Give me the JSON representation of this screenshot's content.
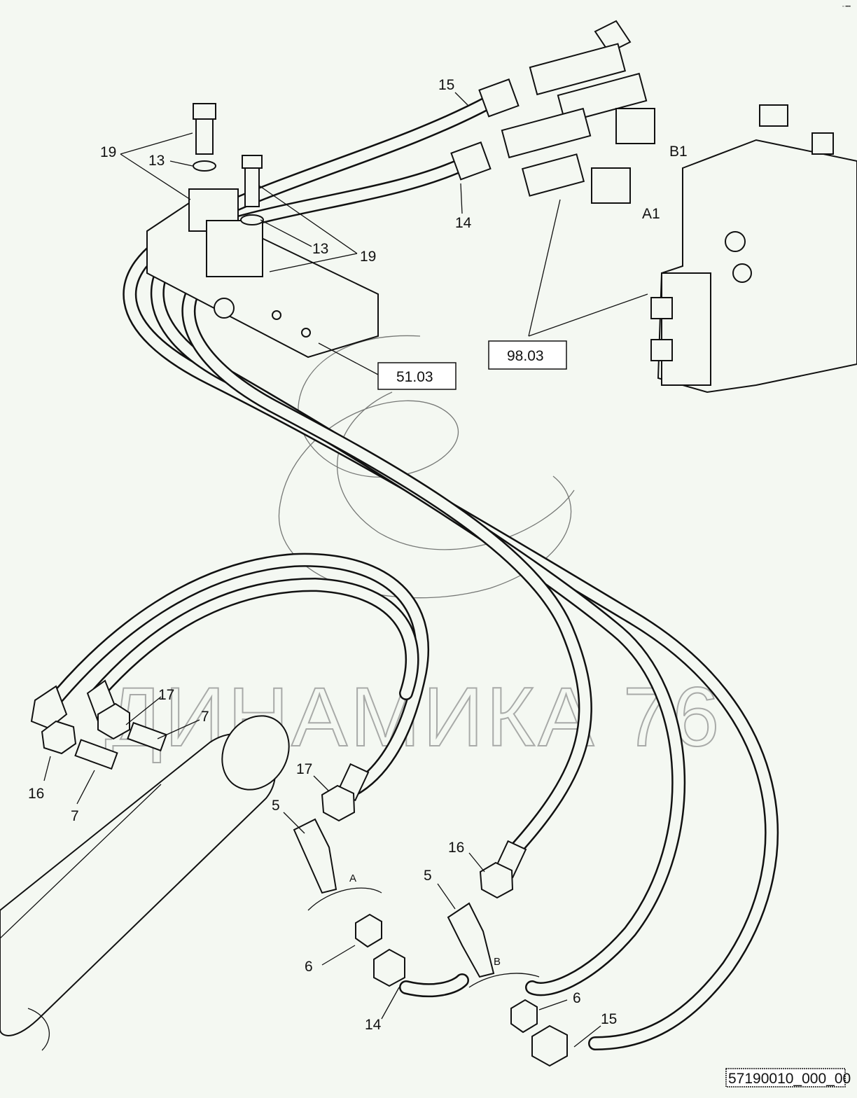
{
  "diagram": {
    "drawing_id": "57190010_000_00",
    "watermark": "ДИНАМИКА 76",
    "corner_mark": "▫ ▪▪▪",
    "references": {
      "ref_51": "51.03",
      "ref_98": "98.03"
    },
    "ports": {
      "b1": "B1",
      "a1": "A1",
      "a": "A",
      "b": "B"
    },
    "callouts": {
      "c15_top": "15",
      "c19_left": "19",
      "c13_left": "13",
      "c14_top": "14",
      "c13_right": "13",
      "c19_right": "19",
      "c17_left": "17",
      "c7_upper": "7",
      "c16_left": "16",
      "c7_lower": "7",
      "c17_mid": "17",
      "c5_left": "5",
      "c16_right": "16",
      "c5_right": "5",
      "c6_left": "6",
      "c6_right": "6",
      "c14_bottom": "14",
      "c15_bottom": "15"
    }
  }
}
